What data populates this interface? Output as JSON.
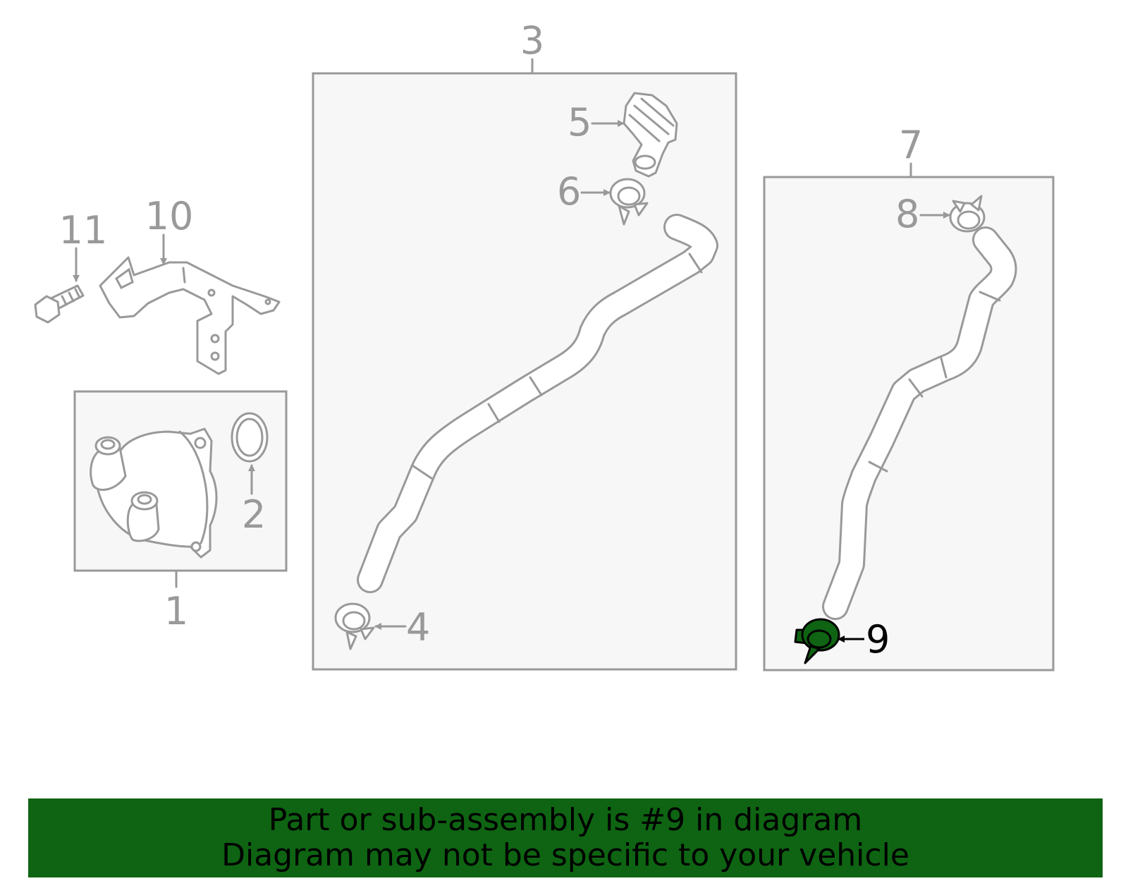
{
  "callouts": {
    "c1": "1",
    "c2": "2",
    "c3": "3",
    "c4": "4",
    "c5": "5",
    "c6": "6",
    "c7": "7",
    "c8": "8",
    "c9": "9",
    "c10": "10",
    "c11": "11"
  },
  "highlight": {
    "part": "9",
    "color": "#0e6412"
  },
  "banner": {
    "line1": "Part or sub-assembly is #9 in diagram",
    "line2": "Diagram may not be specific to your vehicle",
    "background": "#0e6412"
  }
}
